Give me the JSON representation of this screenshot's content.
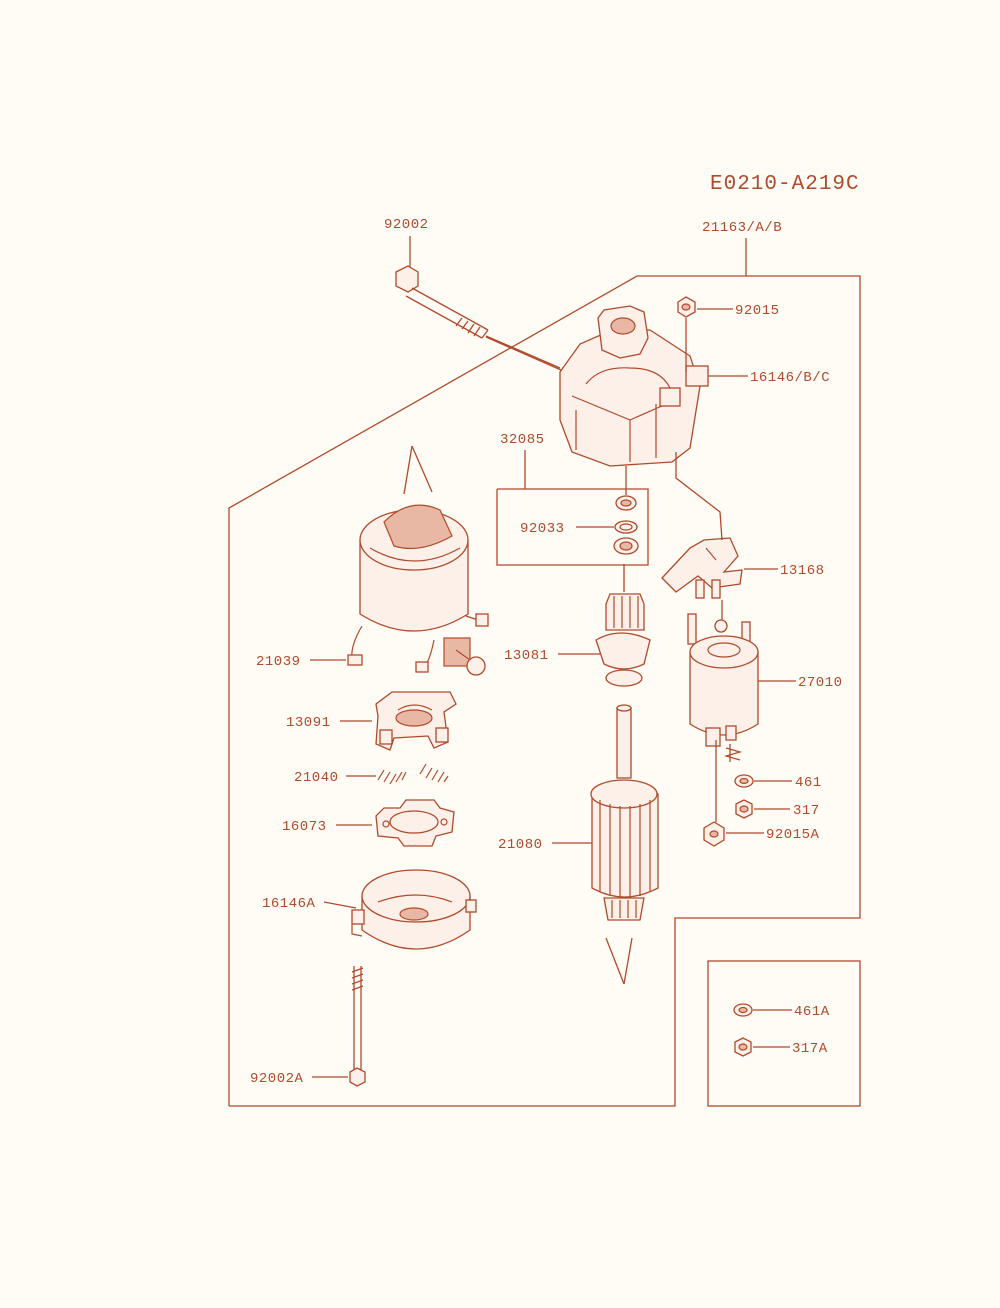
{
  "diagram_code": "E0210-A219C",
  "colors": {
    "line": "#b04a2c",
    "background": "#fffcf6"
  },
  "parts": {
    "p92002": "92002",
    "p21163": "21163/A/B",
    "p92015": "92015",
    "p16146": "16146/B/C",
    "p32085": "32085",
    "p92033": "92033",
    "p13168": "13168",
    "p21039": "21039",
    "p13081": "13081",
    "p27010": "27010",
    "p13091": "13091",
    "p21040": "21040",
    "p461": "461",
    "p317": "317",
    "p16073": "16073",
    "p92015A": "92015A",
    "p21080": "21080",
    "p16146A": "16146A",
    "p461A": "461A",
    "p317A": "317A",
    "p92002A": "92002A"
  }
}
